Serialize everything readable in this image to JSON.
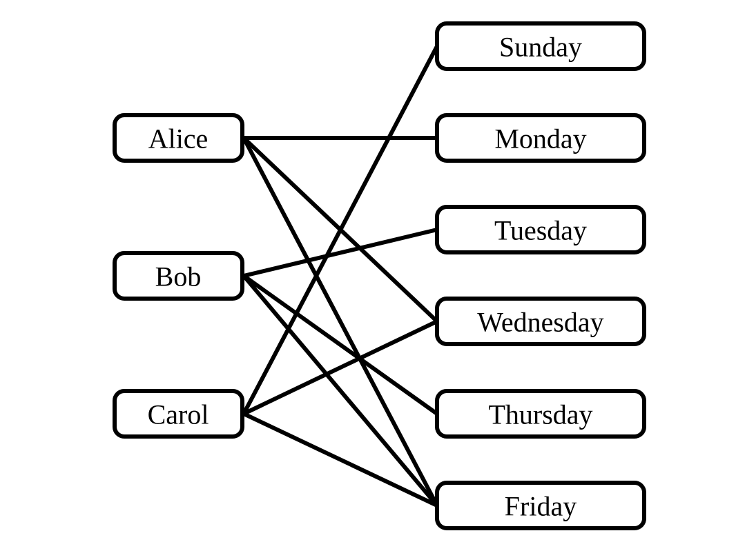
{
  "people": [
    {
      "id": "alice",
      "label": "Alice"
    },
    {
      "id": "bob",
      "label": "Bob"
    },
    {
      "id": "carol",
      "label": "Carol"
    }
  ],
  "days": [
    {
      "id": "sunday",
      "label": "Sunday"
    },
    {
      "id": "monday",
      "label": "Monday"
    },
    {
      "id": "tuesday",
      "label": "Tuesday"
    },
    {
      "id": "wednesday",
      "label": "Wednesday"
    },
    {
      "id": "thursday",
      "label": "Thursday"
    },
    {
      "id": "friday",
      "label": "Friday"
    }
  ],
  "edges": [
    {
      "from": "alice",
      "to": "monday"
    },
    {
      "from": "alice",
      "to": "wednesday"
    },
    {
      "from": "alice",
      "to": "friday"
    },
    {
      "from": "bob",
      "to": "tuesday"
    },
    {
      "from": "bob",
      "to": "thursday"
    },
    {
      "from": "bob",
      "to": "friday"
    },
    {
      "from": "carol",
      "to": "sunday"
    },
    {
      "from": "carol",
      "to": "wednesday"
    },
    {
      "from": "carol",
      "to": "friday"
    }
  ],
  "colors": {
    "stroke": "#000000",
    "fill": "#ffffff"
  }
}
